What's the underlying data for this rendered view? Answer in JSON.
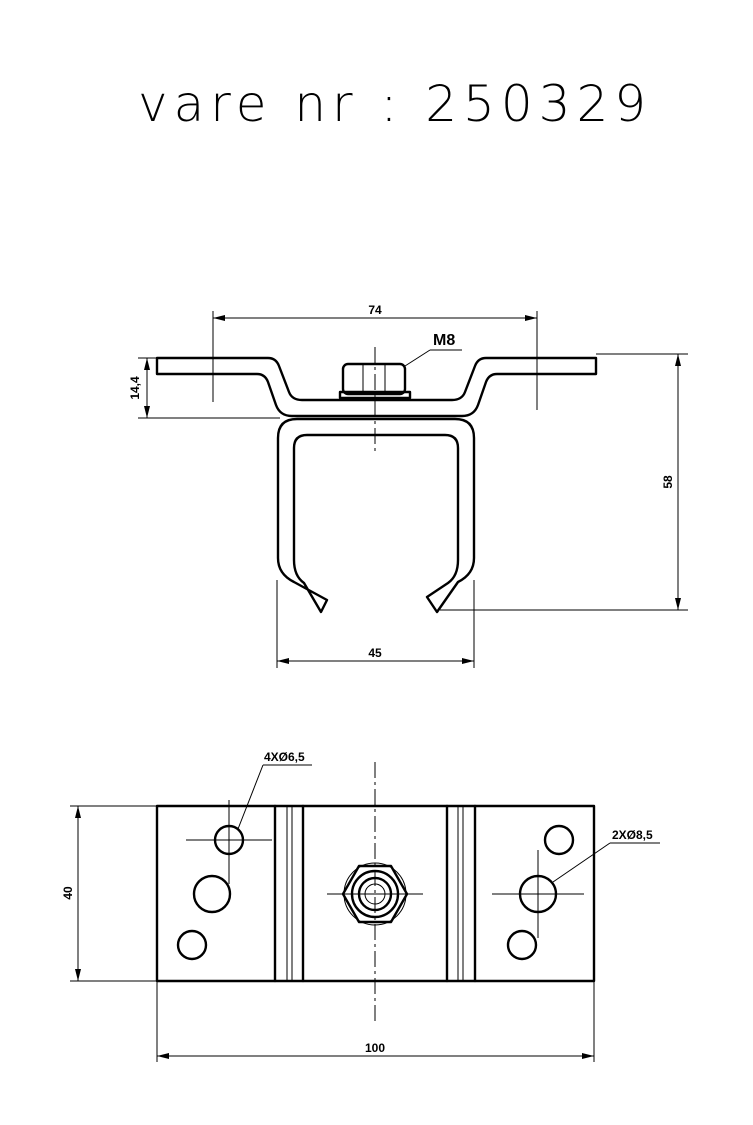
{
  "title": "vare nr :  250329",
  "front_view": {
    "dim_top": "74",
    "dim_left": "14,4",
    "dim_right": "58",
    "dim_bottom": "45",
    "thread_label": "M8"
  },
  "top_view": {
    "dim_left": "40",
    "dim_bottom": "100",
    "callout_small_holes": "4XØ6,5",
    "callout_large_holes": "2XØ8,5"
  }
}
